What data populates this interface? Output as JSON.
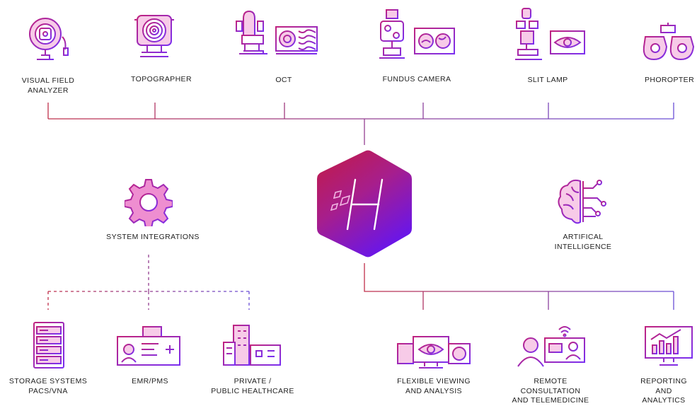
{
  "colors": {
    "magenta": "#c0237f",
    "purple": "#7b2ff0",
    "pink_light": "#f3b9e0",
    "red_line": "#c0304b",
    "hub_top": "#c41b43",
    "hub_mid": "#a71e8c",
    "hub_bottom": "#6a16e8"
  },
  "devices": [
    {
      "id": "visual-field-analyzer",
      "label": "VISUAL FIELD\nANALYZER",
      "icon": "visual-field-analyzer-icon"
    },
    {
      "id": "topographer",
      "label": "TOPOGRAPHER",
      "icon": "topographer-icon"
    },
    {
      "id": "oct",
      "label": "OCT",
      "icon": "oct-icon"
    },
    {
      "id": "fundus-camera",
      "label": "FUNDUS CAMERA",
      "icon": "fundus-camera-icon"
    },
    {
      "id": "slit-lamp",
      "label": "SLIT LAMP",
      "icon": "slit-lamp-icon"
    },
    {
      "id": "phoropter",
      "label": "PHOROPTER",
      "icon": "phoropter-icon"
    }
  ],
  "integrations": {
    "label": "SYSTEM INTEGRATIONS",
    "icon": "gear-icon",
    "children": [
      {
        "id": "storage-systems",
        "label": "STORAGE SYSTEMS\nPACS/VNA",
        "icon": "server-rack-icon"
      },
      {
        "id": "emr-pms",
        "label": "EMR/PMS",
        "icon": "medical-records-icon"
      },
      {
        "id": "healthcare",
        "label": "PRIVATE /\nPUBLIC HEALTHCARE",
        "icon": "hospital-buildings-icon"
      }
    ]
  },
  "ai": {
    "label": "ARTIFICAL\nINTELLIGENCE",
    "icon": "brain-circuit-icon"
  },
  "hub": {
    "icon": "platform-logo-icon"
  },
  "outputs": [
    {
      "id": "flexible-viewing",
      "label": "FLEXIBLE VIEWING\nAND ANALYSIS",
      "icon": "multi-screen-eye-icon"
    },
    {
      "id": "remote-consultation",
      "label": "REMOTE\nCONSULTATION\nAND TELEMEDICINE",
      "icon": "telemedicine-icon"
    },
    {
      "id": "reporting",
      "label": "REPORTING AND\nANALYTICS",
      "icon": "analytics-monitor-icon"
    }
  ]
}
